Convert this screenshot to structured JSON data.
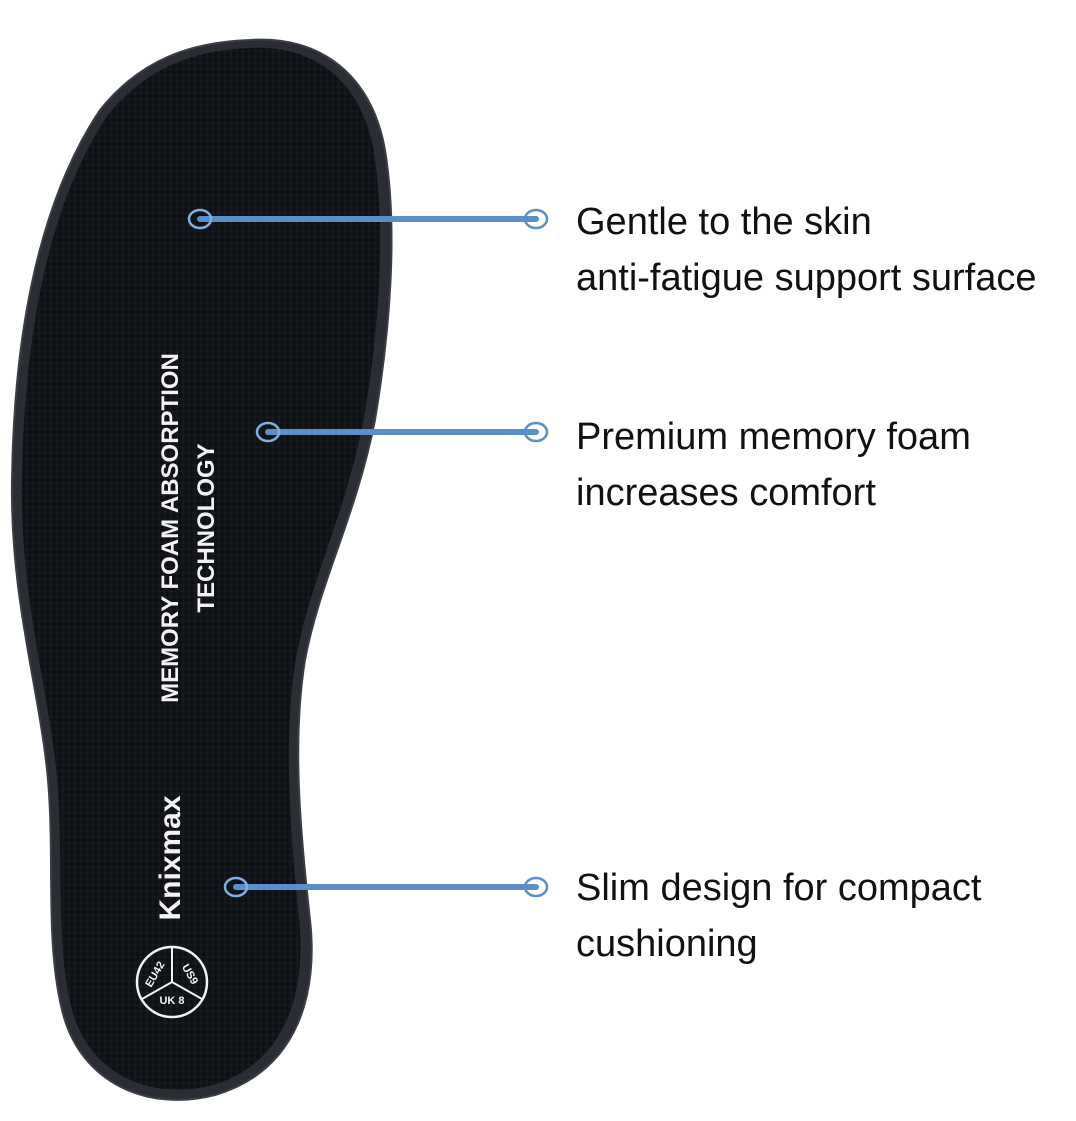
{
  "colors": {
    "background": "#ffffff",
    "insole": "#101216",
    "insole_edge": "#2a2d33",
    "print": "#f2f2f2",
    "connector": "#5b8fc9",
    "text": "#111111"
  },
  "insole": {
    "headline_line1": "MEMORY FOAM ABSORPTION",
    "headline_line2": "TECHNOLOGY",
    "brand": "Knixmax",
    "size_badge": {
      "eu": "EU42",
      "us": "US9",
      "uk": "UK 8"
    }
  },
  "callouts": [
    {
      "line1": "Gentle to the skin",
      "line2": "anti-fatigue support surface",
      "connector_icon": "connector-line"
    },
    {
      "line1": "Premium memory foam",
      "line2": "increases comfort",
      "connector_icon": "connector-line"
    },
    {
      "line1": "Slim design for compact",
      "line2": "cushioning",
      "connector_icon": "connector-line"
    }
  ]
}
